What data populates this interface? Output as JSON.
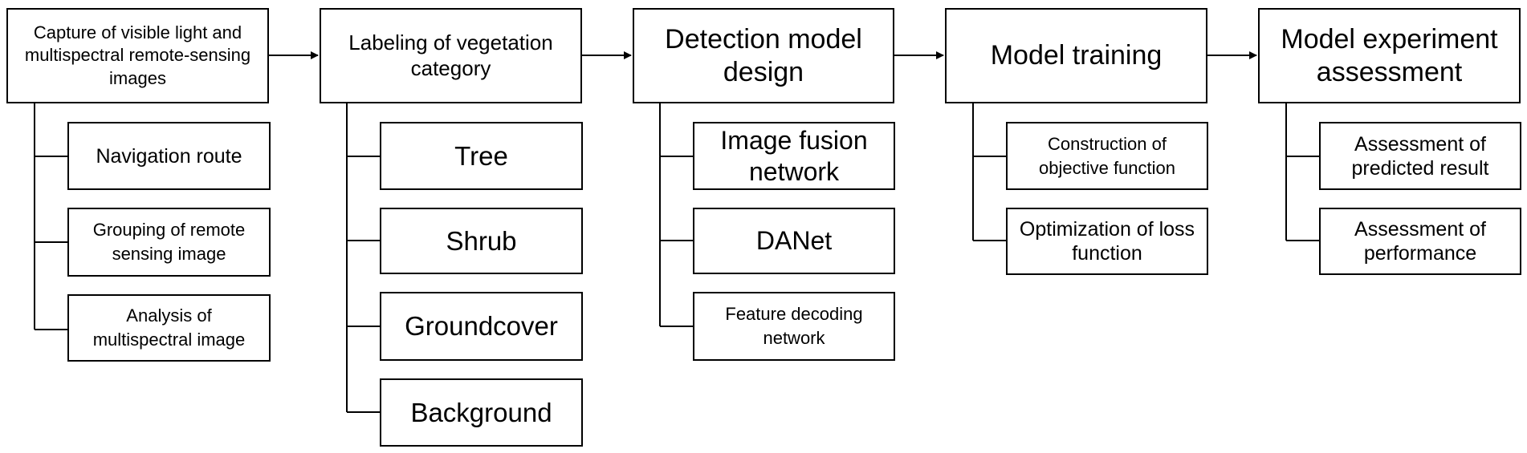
{
  "steps": [
    {
      "title": "Capture of visible light and multispectral remote-sensing images",
      "items": [
        "Navigation route",
        "Grouping of remote sensing image",
        "Analysis of multispectral image"
      ]
    },
    {
      "title": "Labeling of vegetation category",
      "items": [
        "Tree",
        "Shrub",
        "Groundcover",
        "Background"
      ]
    },
    {
      "title": "Detection model design",
      "items": [
        "Image fusion network",
        "DANet",
        "Feature decoding network"
      ]
    },
    {
      "title": "Model training",
      "items": [
        "Construction of objective function",
        "Optimization of loss function"
      ]
    },
    {
      "title": "Model experiment assessment",
      "items": [
        "Assessment of predicted result",
        "Assessment of performance"
      ]
    }
  ]
}
